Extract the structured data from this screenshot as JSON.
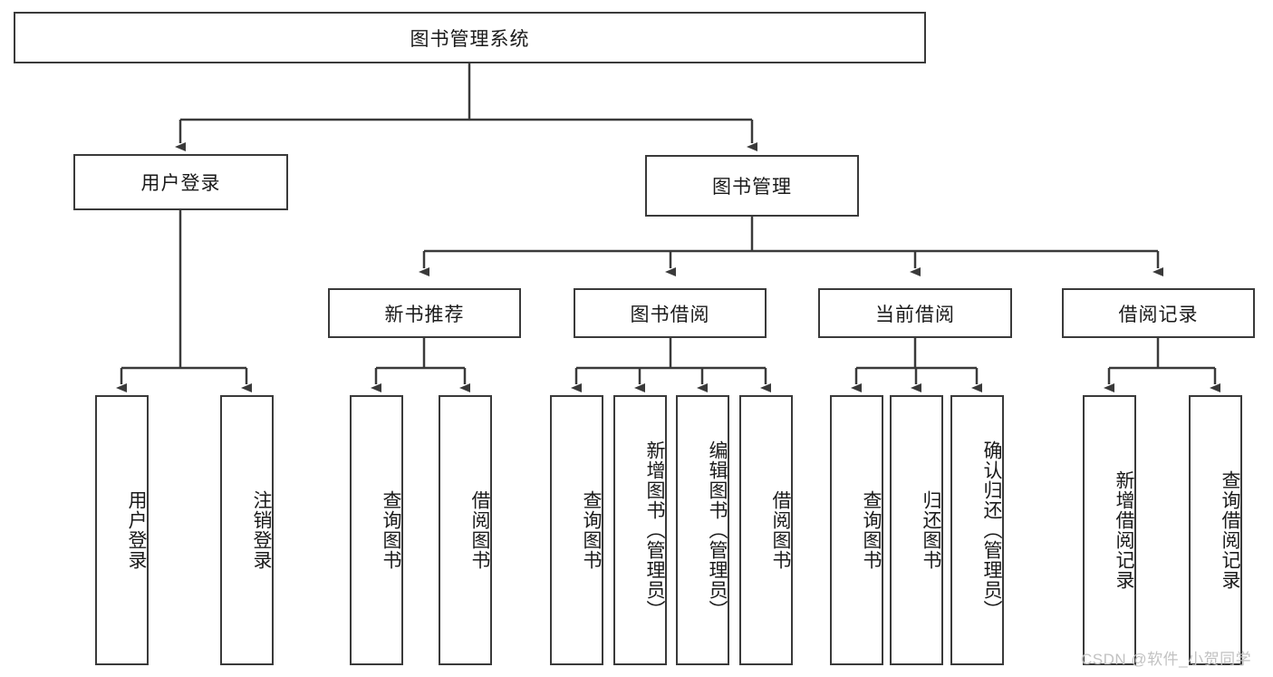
{
  "diagram": {
    "type": "tree",
    "title": "图书管理系统",
    "root": {
      "label": "图书管理系统"
    },
    "level1": [
      {
        "label": "用户登录"
      },
      {
        "label": "图书管理"
      }
    ],
    "level2": [
      {
        "label": "新书推荐"
      },
      {
        "label": "图书借阅"
      },
      {
        "label": "当前借阅"
      },
      {
        "label": "借阅记录"
      }
    ],
    "leaves": {
      "user_login": [
        {
          "label": "用户登录"
        },
        {
          "label": "注销登录"
        }
      ],
      "new_book_recommend": [
        {
          "label": "查询图书"
        },
        {
          "label": "借阅图书"
        }
      ],
      "book_borrow": [
        {
          "label": "查询图书"
        },
        {
          "label": "新增图书（管理员）"
        },
        {
          "label": "编辑图书（管理员）"
        },
        {
          "label": "借阅图书"
        }
      ],
      "current_borrow": [
        {
          "label": "查询图书"
        },
        {
          "label": "归还图书"
        },
        {
          "label": "确认归还（管理员）"
        }
      ],
      "borrow_record": [
        {
          "label": "新增借阅记录"
        },
        {
          "label": "查询借阅记录"
        }
      ]
    }
  },
  "watermark": {
    "text": "CSDN @软件_小贺同学"
  },
  "colors": {
    "border": "#3a3a3a",
    "background": "#ffffff",
    "text": "#1a1a1a",
    "watermark": "#c2c2c2"
  }
}
